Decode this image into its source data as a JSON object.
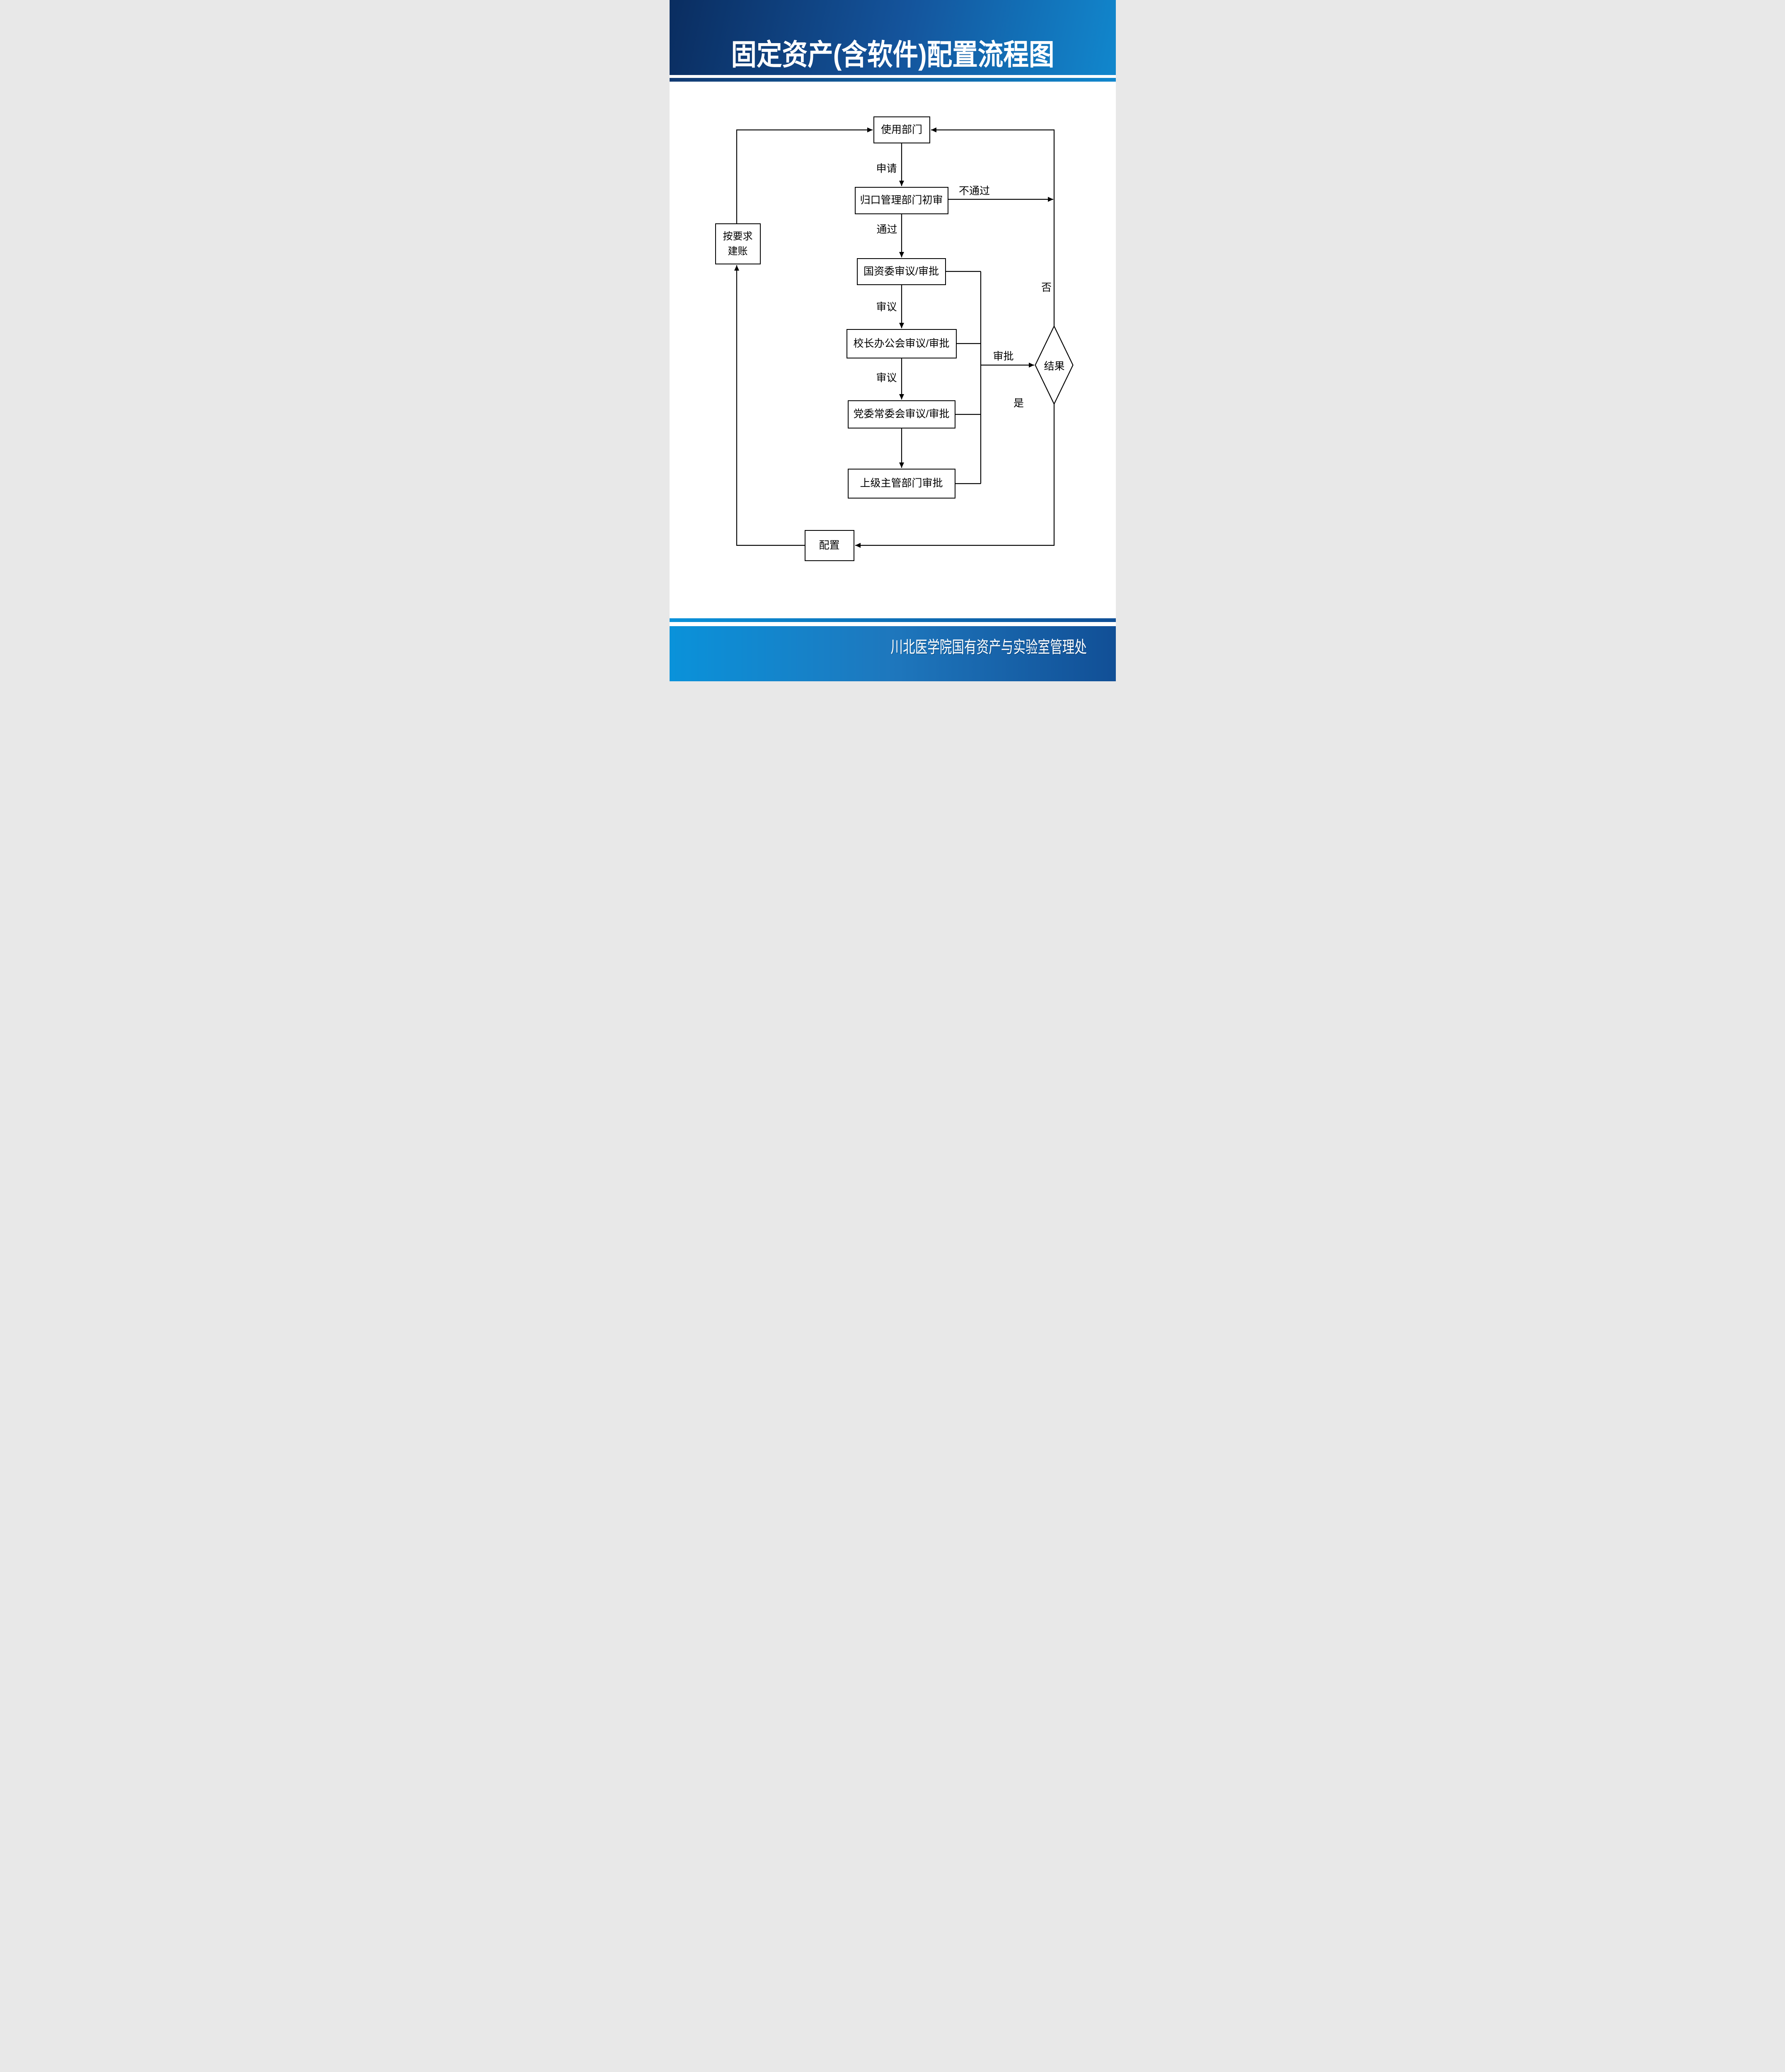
{
  "title": "固定资产(含软件)配置流程图",
  "footer": {
    "text": "川北医学院国有资产与实验室管理处"
  },
  "colors": {
    "header_gradient_start": "#0a2d60",
    "header_gradient_end": "#1187cd",
    "footer_gradient_start": "#0a92da",
    "footer_gradient_end": "#114f96",
    "line": "#000000",
    "node_background": "#ffffff",
    "banner_text": "#ffffff"
  },
  "nodes": [
    {
      "id": "use-department",
      "label": "使用部门"
    },
    {
      "id": "initial-review",
      "label": "归口管理部门初审"
    },
    {
      "id": "gzw-review",
      "label": "国资委审议/审批"
    },
    {
      "id": "president-office-review",
      "label": "校长办公会审议/审批"
    },
    {
      "id": "party-committee-review",
      "label": "党委常委会审议/审批"
    },
    {
      "id": "superior-dept-review",
      "label": "上级主管部门审批"
    },
    {
      "id": "setup-account",
      "lines": [
        "按要求",
        "建账"
      ]
    },
    {
      "id": "configure",
      "label": "配置"
    },
    {
      "id": "result",
      "label": "结果"
    }
  ],
  "edge_labels": {
    "apply": "申请",
    "pass": "通过",
    "fail": "不通过",
    "review_1": "审议",
    "review_2": "审议",
    "approve": "审批",
    "no": "否",
    "yes": "是"
  }
}
